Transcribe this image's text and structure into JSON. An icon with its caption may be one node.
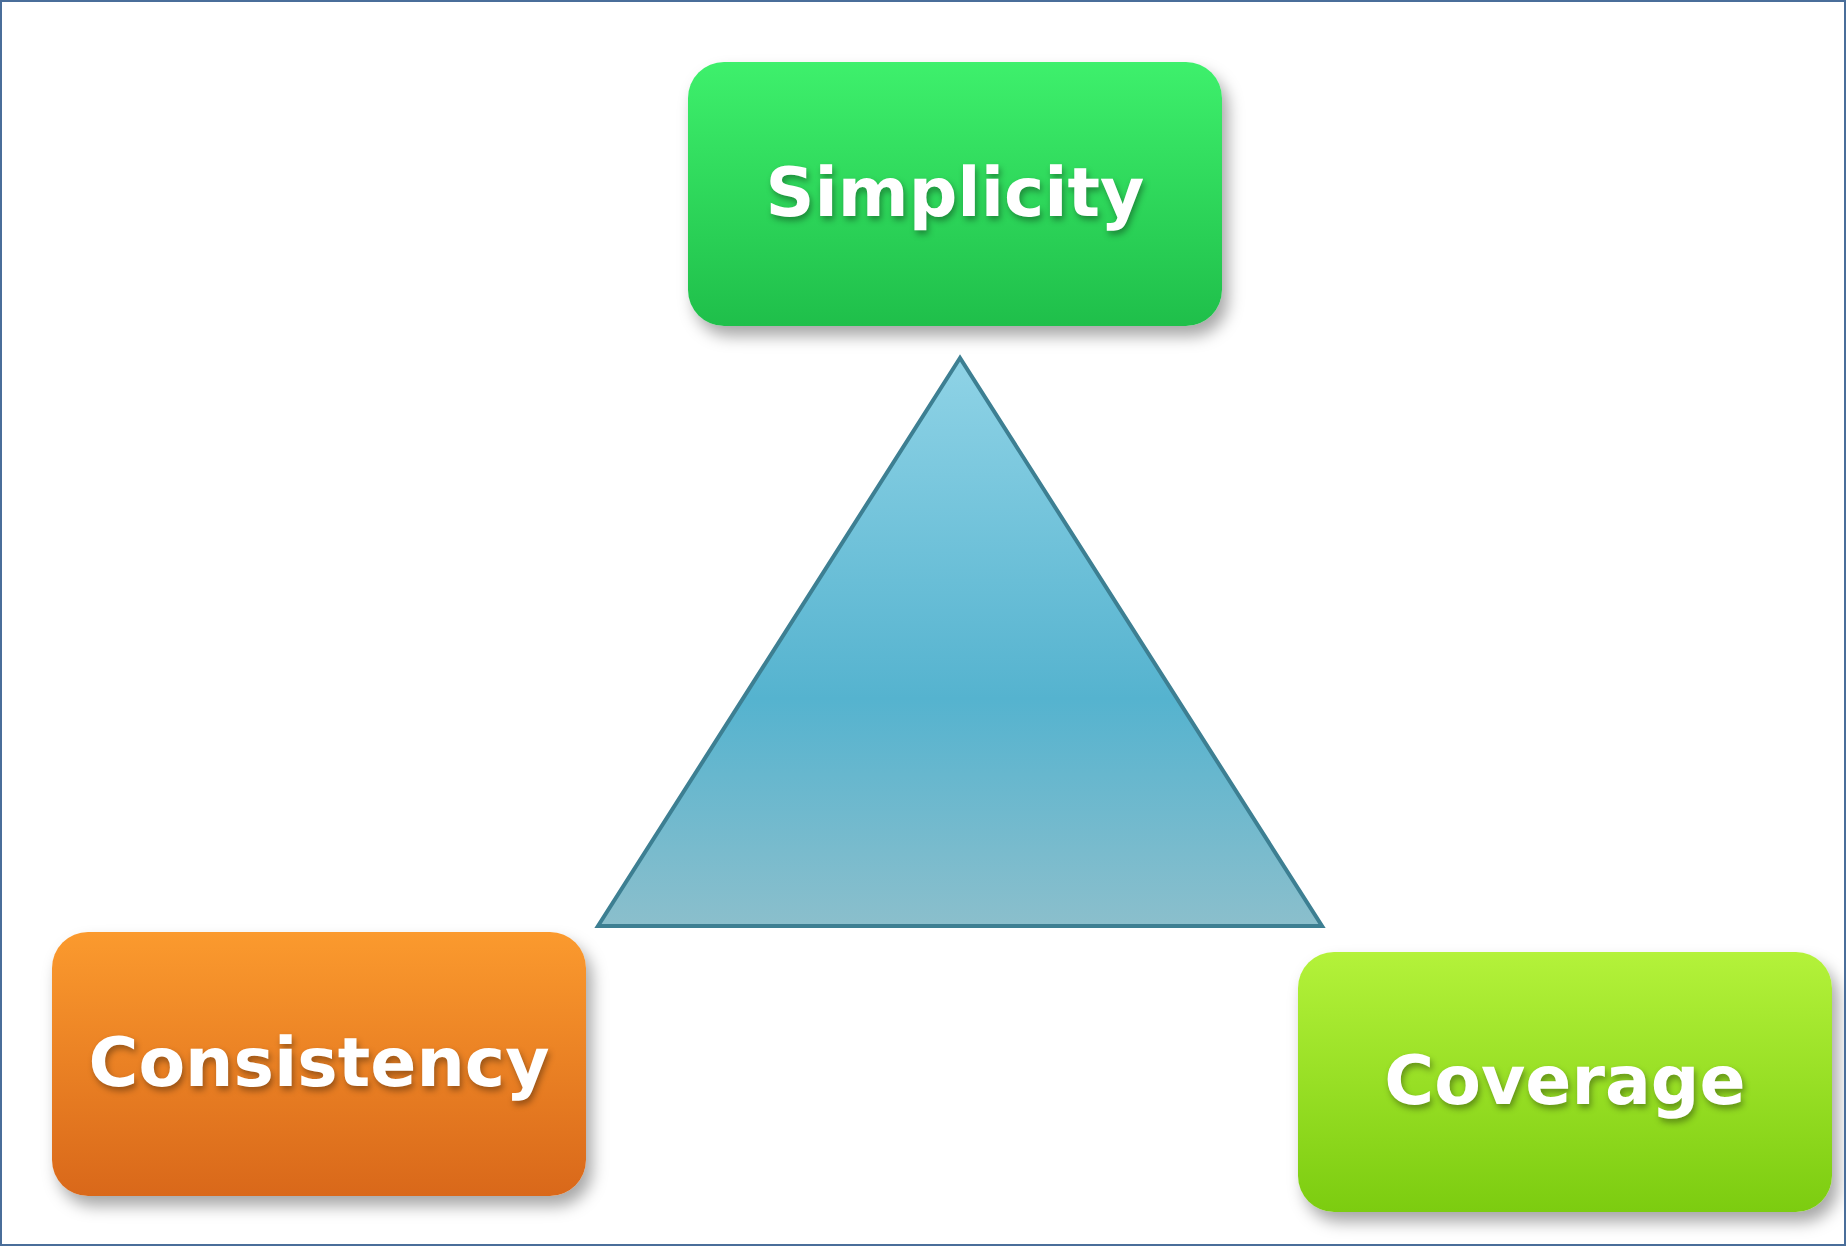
{
  "diagram": {
    "nodes": [
      {
        "text": [
          "Simplicity"
        ]
      },
      {
        "text": [],
        "shape": "triangle"
      },
      {
        "text": [
          "Consistency"
        ]
      },
      {
        "text": [
          "Coverage"
        ]
      }
    ],
    "edges": []
  }
}
